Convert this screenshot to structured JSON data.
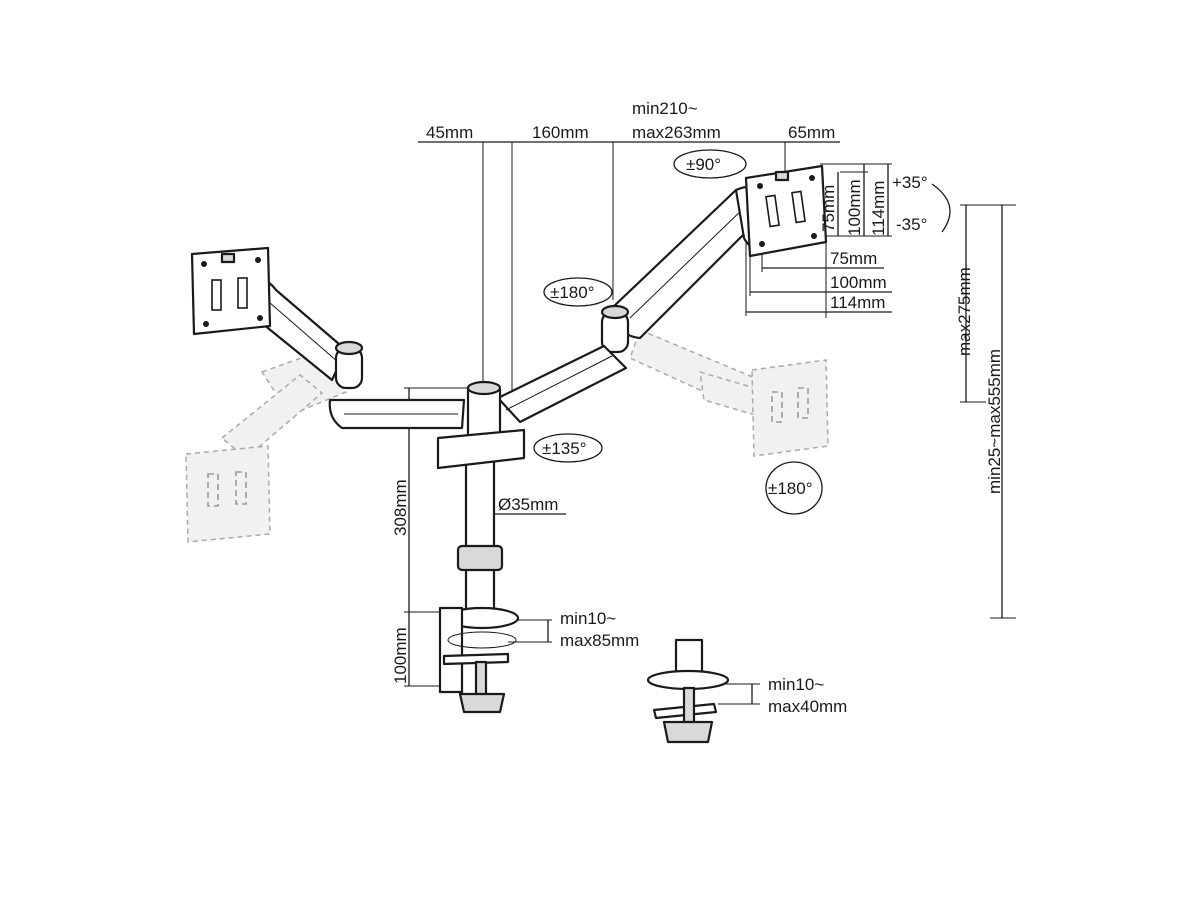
{
  "dimensions": {
    "top": {
      "d45": "45mm",
      "d160": "160mm",
      "arm_line1": "min210~",
      "arm_line2": "max263mm",
      "d65": "65mm"
    },
    "vesa": {
      "v75": "75mm",
      "v100": "100mm",
      "v114": "114mm",
      "h75": "75mm",
      "h100": "100mm",
      "h114": "114mm"
    },
    "tilt": {
      "up": "+35°",
      "down": "-35°"
    },
    "rotation": {
      "rot90": "±90°",
      "rot180_left": "±180°",
      "rot135": "±135°",
      "rot180_right": "±180°"
    },
    "height": {
      "max275": "max275mm",
      "range": "min25~max555mm",
      "pole308": "308mm",
      "clamp100": "100mm",
      "pole_dia": "Ø35mm"
    },
    "clamp": {
      "c_line1": "min10~",
      "c_line2": "max85mm",
      "g_line1": "min10~",
      "g_line2": "max40mm"
    }
  }
}
